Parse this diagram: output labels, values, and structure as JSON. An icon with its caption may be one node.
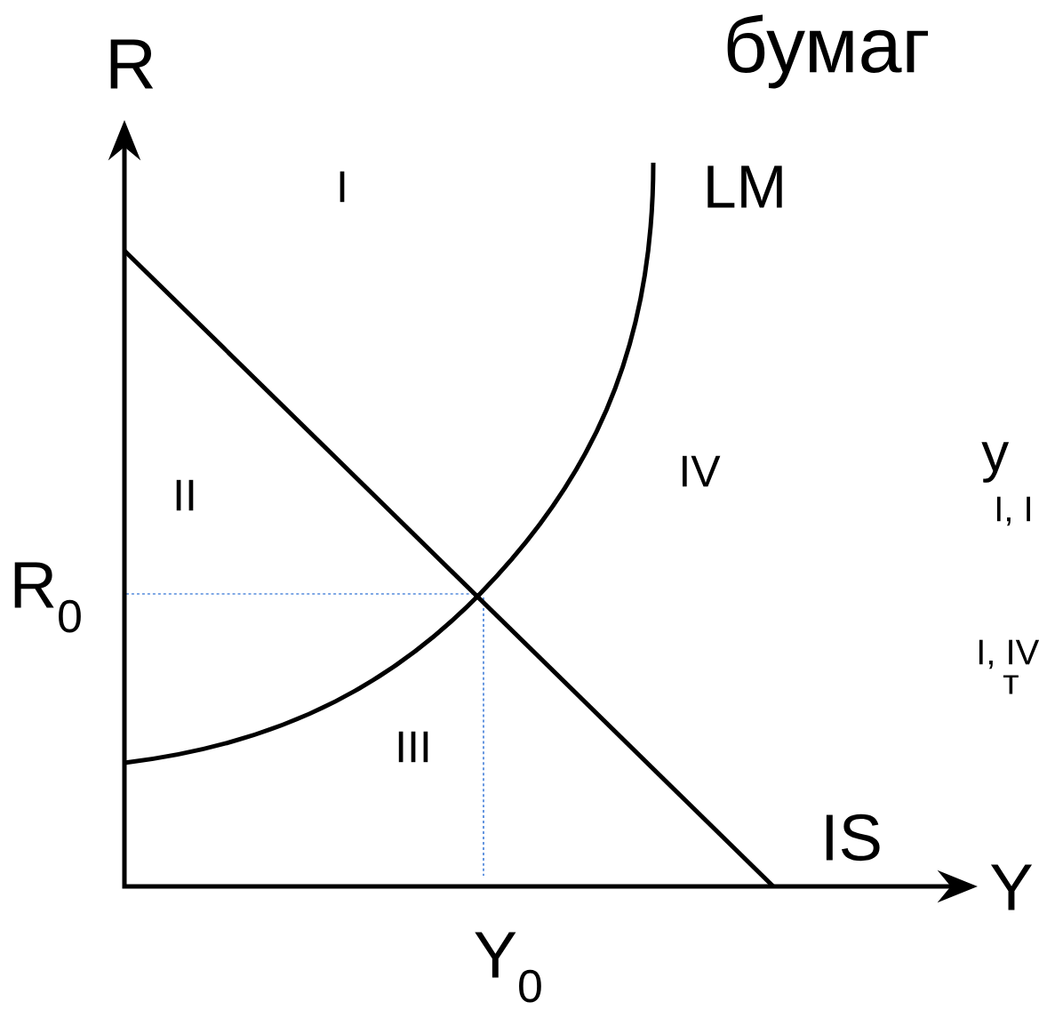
{
  "diagram": {
    "labels": [
      "бумаг",
      "R",
      "I",
      "LM",
      "II",
      "IV",
      "у",
      "I, I",
      "R$_{0}$",
      "I, IV",
      "т",
      "III",
      "IS",
      "Y",
      "Y$_{0}$"
    ]
  }
}
